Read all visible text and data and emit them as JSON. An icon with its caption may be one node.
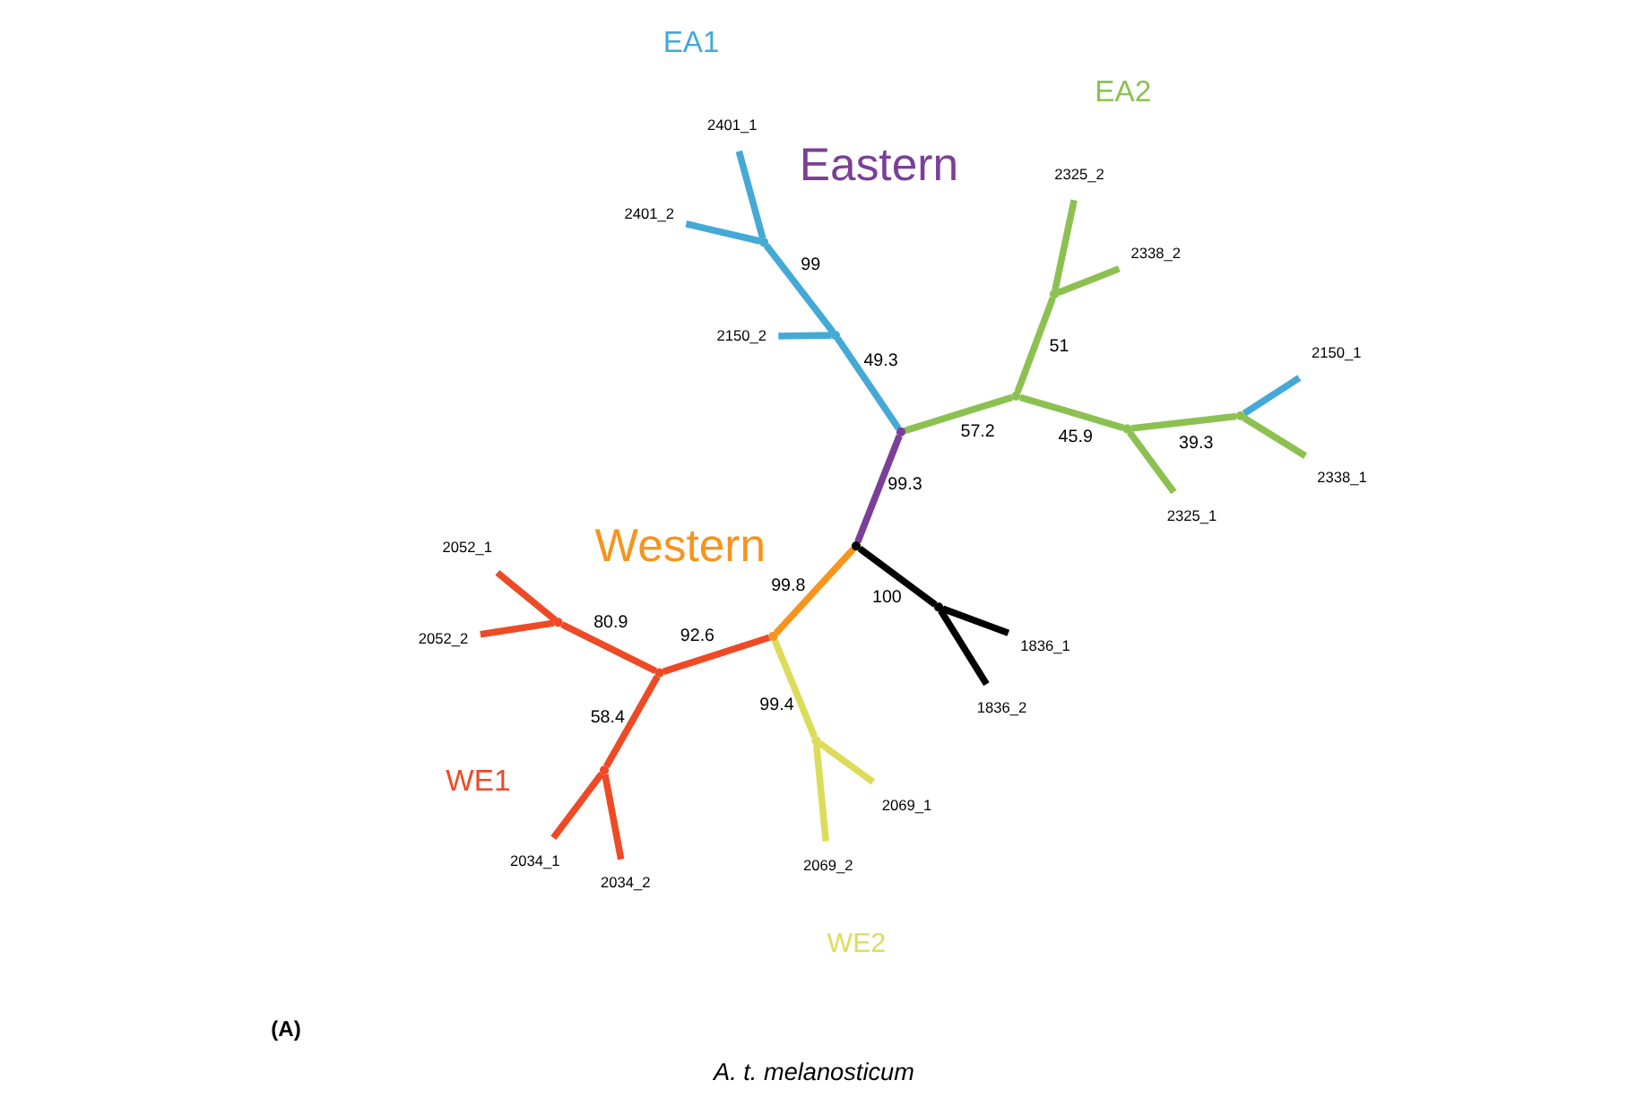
{
  "diagram": {
    "caption": "A. t. melanosticum",
    "nodes": [
      {
        "text": [],
        "shape": "point"
      },
      {
        "text": [],
        "shape": "point"
      },
      {
        "text": [],
        "shape": "point"
      },
      {
        "text": [],
        "shape": "point"
      },
      {
        "text": [
          "2052_1"
        ]
      },
      {
        "text": [
          "2052_2"
        ]
      },
      {
        "text": [],
        "shape": "point"
      },
      {
        "text": [
          "2034_2"
        ]
      },
      {
        "text": [
          "2034_1"
        ]
      },
      {
        "text": [],
        "shape": "point"
      },
      {
        "text": [
          "2069_1"
        ]
      },
      {
        "text": [
          "2069_2"
        ]
      },
      {
        "text": [],
        "shape": "point"
      },
      {
        "text": [
          "1836_2"
        ]
      },
      {
        "text": [
          "1836_1"
        ]
      },
      {
        "text": [],
        "shape": "point"
      },
      {
        "text": [],
        "shape": "point"
      },
      {
        "text": [],
        "shape": "point"
      },
      {
        "text": [
          "2401_2"
        ]
      },
      {
        "text": [
          "2401_1"
        ]
      },
      {
        "text": [
          "2150_2"
        ]
      },
      {
        "text": [],
        "shape": "point"
      },
      {
        "text": [],
        "shape": "point"
      },
      {
        "text": [
          "2338_2"
        ]
      },
      {
        "text": [
          "2325_2"
        ]
      },
      {
        "text": [],
        "shape": "point"
      },
      {
        "text": [],
        "shape": "point"
      },
      {
        "text": [
          "2150_1"
        ]
      },
      {
        "text": [
          "2338_1"
        ]
      },
      {
        "text": [
          "2325_1"
        ]
      }
    ],
    "edges": [
      {
        "from": 0,
        "to": 1,
        "arrow": "none",
        "label": "99.8",
        "color": "#f7941d"
      },
      {
        "from": 0,
        "to": 15,
        "arrow": "none",
        "label": "99.3",
        "color": "#7b3f98"
      },
      {
        "from": 0,
        "to": 12,
        "arrow": "none",
        "label": "100",
        "color": "#000000"
      },
      {
        "from": 12,
        "to": 13,
        "arrow": "none",
        "color": "#000000"
      },
      {
        "from": 12,
        "to": 14,
        "arrow": "none",
        "color": "#000000"
      },
      {
        "from": 1,
        "to": 2,
        "arrow": "none",
        "label": "92.6",
        "color": "#ee4a26"
      },
      {
        "from": 2,
        "to": 3,
        "arrow": "none",
        "label": "80.9",
        "color": "#ee4a26"
      },
      {
        "from": 3,
        "to": 4,
        "arrow": "none",
        "color": "#ee4a26"
      },
      {
        "from": 3,
        "to": 5,
        "arrow": "none",
        "color": "#ee4a26"
      },
      {
        "from": 2,
        "to": 6,
        "arrow": "none",
        "label": "58.4",
        "color": "#ee4a26"
      },
      {
        "from": 6,
        "to": 7,
        "arrow": "none",
        "color": "#ee4a26"
      },
      {
        "from": 6,
        "to": 8,
        "arrow": "none",
        "color": "#ee4a26"
      },
      {
        "from": 1,
        "to": 9,
        "arrow": "none",
        "label": "99.4",
        "color": "#dcdc5a"
      },
      {
        "from": 9,
        "to": 10,
        "arrow": "none",
        "color": "#dcdc5a"
      },
      {
        "from": 9,
        "to": 11,
        "arrow": "none",
        "color": "#dcdc5a"
      },
      {
        "from": 15,
        "to": 16,
        "arrow": "none",
        "label": "49.3",
        "color": "#45a9d6"
      },
      {
        "from": 16,
        "to": 17,
        "arrow": "none",
        "label": "99",
        "color": "#45a9d6"
      },
      {
        "from": 17,
        "to": 18,
        "arrow": "none",
        "color": "#45a9d6"
      },
      {
        "from": 17,
        "to": 19,
        "arrow": "none",
        "color": "#45a9d6"
      },
      {
        "from": 16,
        "to": 20,
        "arrow": "none",
        "color": "#45a9d6"
      },
      {
        "from": 15,
        "to": 21,
        "arrow": "none",
        "label": "57.2"
      },
      {
        "from": 21,
        "to": 22,
        "arrow": "none",
        "label": "51"
      },
      {
        "from": 22,
        "to": 23,
        "arrow": "none"
      },
      {
        "from": 22,
        "to": 24,
        "arrow": "none"
      },
      {
        "from": 21,
        "to": 25,
        "arrow": "none",
        "label": "45.9"
      },
      {
        "from": 25,
        "to": 26,
        "arrow": "none",
        "label": "39.3"
      },
      {
        "from": 26,
        "to": 27,
        "arrow": "none",
        "color": "#45a9d6"
      },
      {
        "from": 26,
        "to": 28,
        "arrow": "none"
      },
      {
        "from": 25,
        "to": 29,
        "arrow": "none"
      }
    ],
    "labels": [
      "(A)",
      "WE1",
      "Western",
      "WE2",
      "EA1",
      "Eastern",
      "EA2"
    ]
  }
}
